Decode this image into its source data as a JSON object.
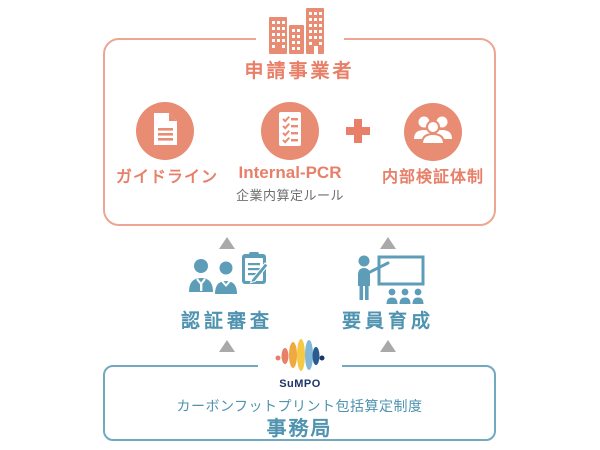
{
  "applicant": {
    "title": "申請事業者",
    "items": [
      {
        "icon": "document-icon",
        "label": "ガイドライン"
      },
      {
        "icon": "checklist-icon",
        "label": "Internal-PCR",
        "sublabel": "企業内算定ルール"
      },
      {
        "icon": "people-group-icon",
        "label": "内部検証体制"
      }
    ],
    "plus": "+"
  },
  "processes": [
    {
      "icon": "audit-people-clipboard-icon",
      "label": "認証審査"
    },
    {
      "icon": "trainer-whiteboard-icon",
      "label": "要員育成"
    }
  ],
  "office": {
    "logo": "SuMPO",
    "program": "カーボンフットプリント包括算定制度",
    "name": "事務局"
  },
  "colors": {
    "coral_fill": "#E98C74",
    "coral_text": "#E87F68",
    "coral_border": "#EDA693",
    "steel_blue": "#5E9DB8",
    "steel_blue_text": "#4F93B0",
    "blue_border": "#73A9C0",
    "gray_text": "#6F6F6F",
    "arrow_gray": "#A9A9A9",
    "navy": "#1C3566",
    "logo_amber": "#F0A940",
    "logo_yellow": "#F6C945",
    "logo_light_blue": "#7FB8D8",
    "logo_blue": "#2B5B8E"
  }
}
